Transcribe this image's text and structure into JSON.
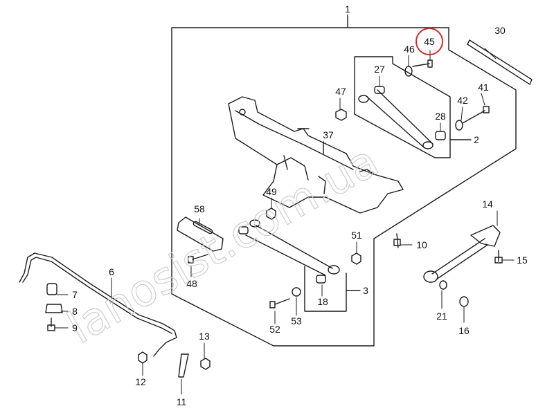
{
  "diagram": {
    "watermark": "lanosist.com.ua",
    "highlight_color": "#d62a2a",
    "line_color": "#1a1a1a",
    "labels": {
      "l1": "1",
      "l2": "2",
      "l3": "3",
      "l6": "6",
      "l7": "7",
      "l8": "8",
      "l9": "9",
      "l10": "10",
      "l11": "11",
      "l12": "12",
      "l13": "13",
      "l14": "14",
      "l15": "15",
      "l16": "16",
      "l18": "18",
      "l21": "21",
      "l27": "27",
      "l28": "28",
      "l30": "30",
      "l37": "37",
      "l41": "41",
      "l42": "42",
      "l45": "45",
      "l46": "46",
      "l47": "47",
      "l48": "48",
      "l49": "49",
      "l51": "51",
      "l52": "52",
      "l53": "53",
      "l58": "58"
    }
  }
}
